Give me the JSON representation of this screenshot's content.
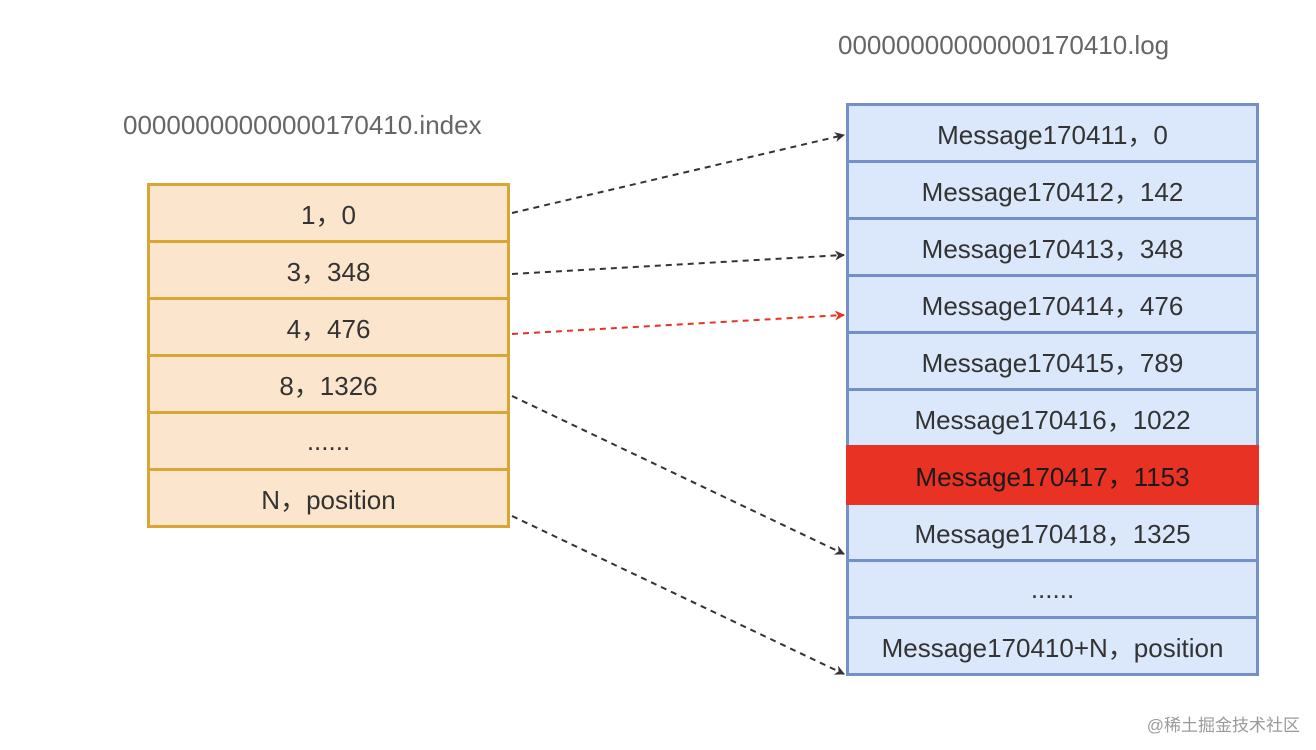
{
  "index_file": {
    "title": "00000000000000170410.index",
    "rows": [
      "1，0",
      "3，348",
      "4，476",
      "8，1326",
      "......",
      "N，position"
    ]
  },
  "log_file": {
    "title": "00000000000000170410.log",
    "rows": [
      "Message170411，0",
      "Message170412，142",
      "Message170413，348",
      "Message170414，476",
      "Message170415，789",
      "Message170416，1022",
      "Message170417，1153",
      "Message170418，1325",
      "......",
      "Message170410+N，position"
    ],
    "highlighted_row": "Message170417，1153"
  },
  "arrows": [
    {
      "from": "1，0",
      "to": "Message170411，0",
      "color": "#333333"
    },
    {
      "from": "3，348",
      "to": "Message170413，348",
      "color": "#333333"
    },
    {
      "from": "4，476",
      "to": "Message170414，476",
      "color": "#e83224"
    },
    {
      "from": "8，1326",
      "to": "Message170418，1325",
      "color": "#333333"
    },
    {
      "from": "N，position",
      "to": "Message170410+N，position",
      "color": "#333333"
    }
  ],
  "colors": {
    "index_fill": "#fce5cd",
    "index_border": "#d6a637",
    "log_fill": "#dbe7fb",
    "log_border": "#7390c7",
    "highlight": "#e83224"
  },
  "watermark": "@稀土掘金技术社区"
}
